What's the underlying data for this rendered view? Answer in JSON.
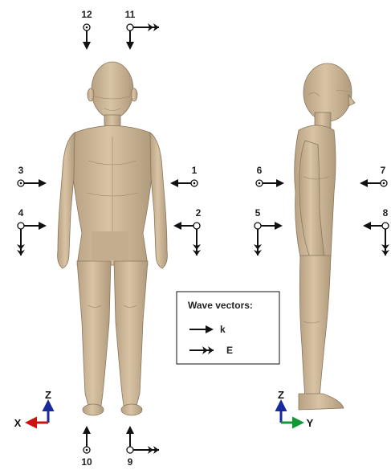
{
  "numbers": {
    "n1": "1",
    "n2": "2",
    "n3": "3",
    "n4": "4",
    "n5": "5",
    "n6": "6",
    "n7": "7",
    "n8": "8",
    "n9": "9",
    "n10": "10",
    "n11": "11",
    "n12": "12"
  },
  "legend": {
    "title": "Wave vectors:",
    "k": "k",
    "e": "E"
  },
  "axes_front": {
    "vertical": "Z",
    "horizontal": "X"
  },
  "axes_side": {
    "vertical": "Z",
    "horizontal": "Y"
  },
  "colors": {
    "body": "#cdb698",
    "body_shade": "#b09a7c",
    "body_outline": "#8a775d",
    "axis_z": "#1a2a9c",
    "axis_x": "#cc1111",
    "axis_y": "#119933",
    "ink": "#111111"
  }
}
